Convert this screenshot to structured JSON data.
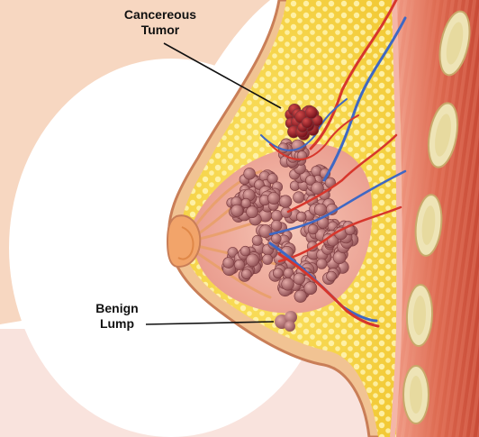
{
  "labels": {
    "cancerous_tumor": {
      "line1": "Cancereous",
      "line2": "Tumor"
    },
    "benign_lump": {
      "line1": "Benign",
      "line2": "Lump"
    }
  },
  "colors": {
    "page_bg": "#ffffff",
    "peach_bg": "#f7d7c1",
    "pink_band": "#f9e3dd",
    "skin": "#f1c393",
    "skin_outline": "#c97e57",
    "fat": "#f7d84d",
    "fat_globule": "#fff3a3",
    "lobule": "#b97676",
    "gland_tissue": "#f0b0a2",
    "tumor": "#8c1622",
    "muscle_red": "#d85a44",
    "artery": "#d7362c",
    "vein": "#3e68c4",
    "rib": "#eee4b6",
    "pointer": "#111111"
  }
}
